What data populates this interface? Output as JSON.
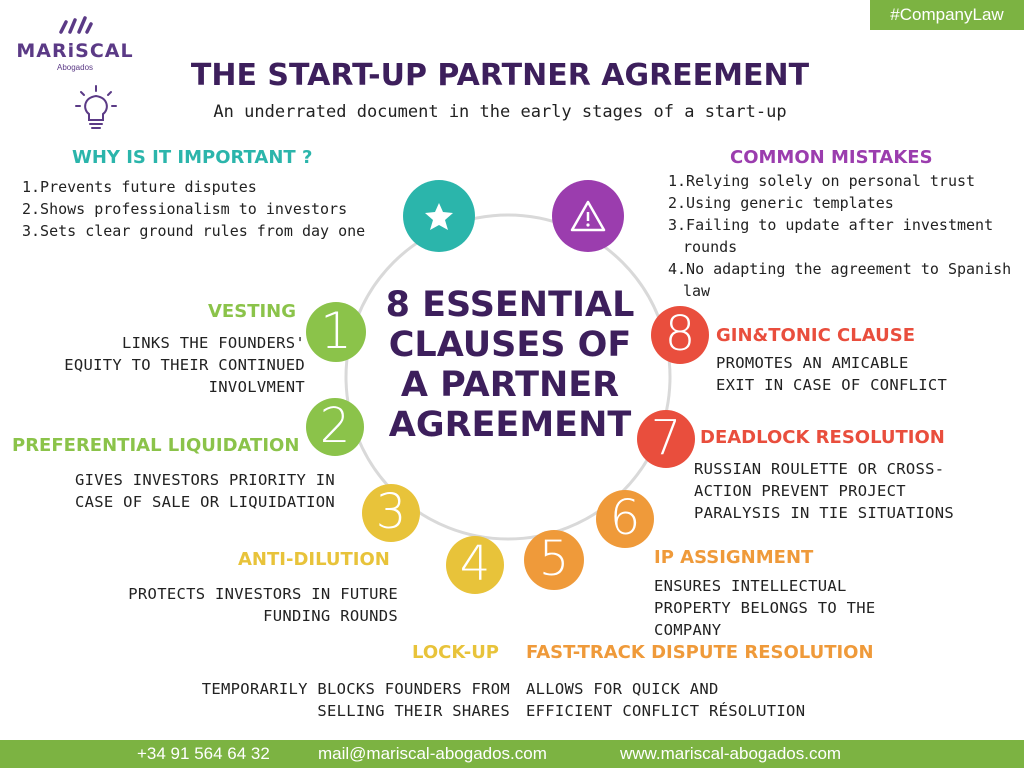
{
  "tag": "#CompanyLaw",
  "logo": {
    "name": "MARiSCAL",
    "sub": "Abogados"
  },
  "title": "THE START-UP PARTNER AGREEMENT",
  "subtitle": "An underrated document in the early stages of a start-up",
  "why": {
    "heading": "WHY IS IT IMPORTANT ?",
    "items": [
      "1.Prevents future disputes",
      "2.Shows professionalism to investors",
      "3.Sets clear ground rules from day one"
    ]
  },
  "mistakes": {
    "heading": "COMMON MISTAKES",
    "items": [
      "1.Relying solely on personal trust",
      "2.Using generic templates",
      "3.Failing to update after investment rounds",
      "4.No adapting the agreement to Spanish law"
    ]
  },
  "center": "8 ESSENTIAL CLAUSES OF A PARTNER AGREEMENT",
  "clauses": [
    {
      "num": "1",
      "title": "VESTING",
      "desc": "LINKS THE FOUNDERS'\nEQUITY TO THEIR CONTINUED\nINVOLVMENT",
      "color": "#8bc34a"
    },
    {
      "num": "2",
      "title": "PREFERENTIAL LIQUIDATION",
      "desc": "GIVES INVESTORS PRIORITY IN\nCASE OF SALE OR LIQUIDATION",
      "color": "#8bc34a"
    },
    {
      "num": "3",
      "title": "ANTI-DILUTION",
      "desc": "PROTECTS INVESTORS IN FUTURE\nFUNDING ROUNDS",
      "color": "#e8c33a"
    },
    {
      "num": "4",
      "title": "LOCK-UP",
      "desc": "TEMPORARILY BLOCKS FOUNDERS FROM\nSELLING THEIR SHARES",
      "color": "#e8c33a"
    },
    {
      "num": "5",
      "title": "FAST-TRACK DISPUTE RESOLUTION",
      "desc": "ALLOWS FOR QUICK AND\nEFFICIENT CONFLICT RÉSOLUTION",
      "color": "#ef9a3a"
    },
    {
      "num": "6",
      "title": "IP ASSIGNMENT",
      "desc": "ENSURES INTELLECTUAL\nPROPERTY BELONGS TO THE\nCOMPANY",
      "color": "#ef9a3a"
    },
    {
      "num": "7",
      "title": "DEADLOCK RESOLUTION",
      "desc": "RUSSIAN ROULETTE OR CROSS-\nACTION PREVENT PROJECT\nPARALYSIS IN TIE SITUATIONS",
      "color": "#e94e3d"
    },
    {
      "num": "8",
      "title": "GIN&TONIC CLAUSE",
      "desc": "PROMOTES AN AMICABLE\nEXIT IN CASE OF CONFLICT",
      "color": "#e94e3d"
    }
  ],
  "icons": {
    "star": "star-icon",
    "warning": "warning-icon",
    "bulb": "lightbulb-icon",
    "logo": "logo-dashes-icon"
  },
  "colors": {
    "teal": "#2bb5ab",
    "purple": "#9b3dae",
    "title": "#3d1f5c",
    "footer": "#7cb342"
  },
  "footer": {
    "phone": "+34 91 564 64 32",
    "email": "mail@mariscal-abogados.com",
    "web": "www.mariscal-abogados.com"
  }
}
